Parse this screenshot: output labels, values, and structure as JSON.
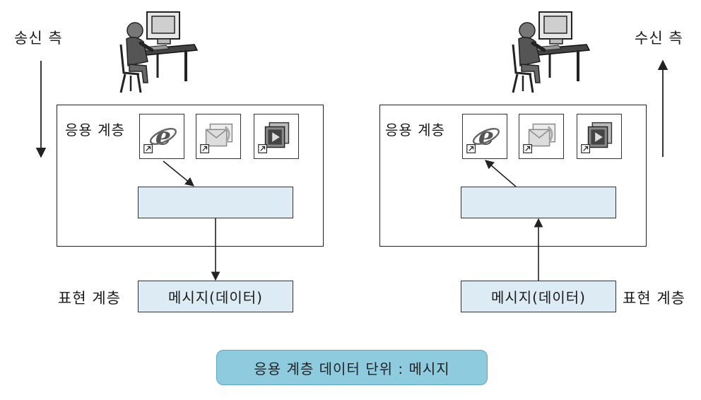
{
  "sender": {
    "side_label": "송신 측",
    "application_layer_label": "응용 계층",
    "presentation_layer_label": "표현 계층",
    "message_label": "메시지(데이터)"
  },
  "receiver": {
    "side_label": "수신 측",
    "application_layer_label": "응용 계층",
    "presentation_layer_label": "표현 계층",
    "message_label": "메시지(데이터)"
  },
  "caption": "응용 계층 데이터 단위 : 메시지",
  "icons": [
    "internet-explorer-icon",
    "mail-client-icon",
    "media-player-icon"
  ],
  "colors": {
    "message_fill": "#dcebf4",
    "caption_fill": "#8ecbdf",
    "line": "#222222"
  }
}
